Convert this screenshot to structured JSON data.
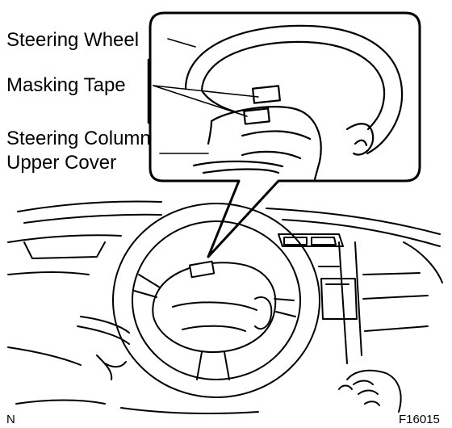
{
  "figure": {
    "labels": {
      "steering_wheel": "Steering Wheel",
      "masking_tape": "Masking Tape",
      "steering_column_line1": "Steering Column",
      "steering_column_line2": "Upper Cover"
    },
    "corner_mark": "N",
    "figure_id": "F16015"
  },
  "colors": {
    "ink": "#000000",
    "paper": "#ffffff",
    "tape": "#ffffff"
  }
}
